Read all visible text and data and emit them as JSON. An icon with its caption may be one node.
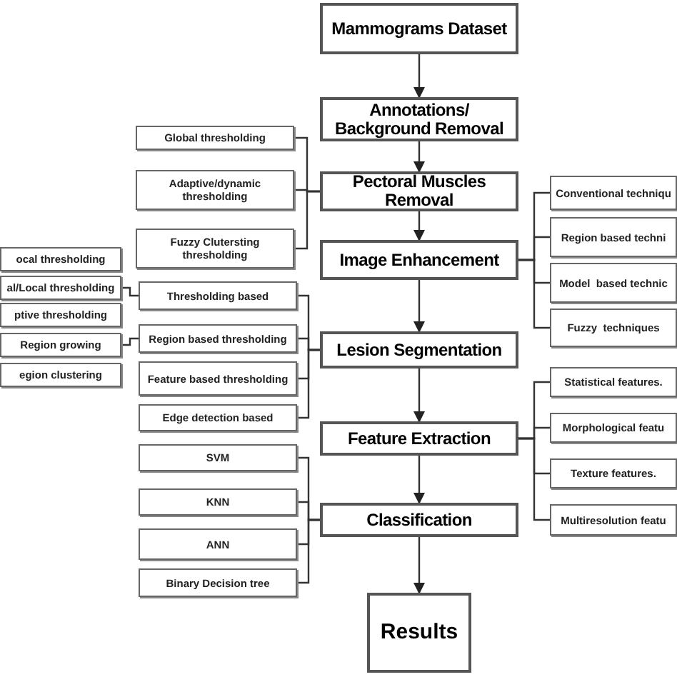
{
  "diagram": {
    "nodes": [
      {
        "text": [
          "Mammograms Dataset"
        ]
      },
      {
        "text": [
          "Annotations/ Background Removal"
        ]
      },
      {
        "text": [
          "Pectoral Muscles Removal"
        ]
      },
      {
        "text": [
          "Image Enhancement"
        ]
      },
      {
        "text": [
          "Lesion Segmentation"
        ]
      },
      {
        "text": [
          "Feature Extraction"
        ]
      },
      {
        "text": [
          "Classification"
        ]
      },
      {
        "text": [
          "Results"
        ]
      },
      {
        "text": [
          "Global thresholding"
        ]
      },
      {
        "text": [
          "Adaptive/dynamic thresholding"
        ]
      },
      {
        "text": [
          "Fuzzy Clutersting thresholding"
        ]
      },
      {
        "text": [
          "Conventional techniqu"
        ]
      },
      {
        "text": [
          "Region based techni"
        ]
      },
      {
        "text": [
          "Model  based technic"
        ]
      },
      {
        "text": [
          "Fuzzy  techniques"
        ]
      },
      {
        "text": [
          "ocal thresholding"
        ]
      },
      {
        "text": [
          "al/Local thresholding"
        ]
      },
      {
        "text": [
          "ptive thresholding"
        ]
      },
      {
        "text": [
          "Region growing"
        ]
      },
      {
        "text": [
          "egion clustering"
        ]
      },
      {
        "text": [
          "Thresholding based"
        ]
      },
      {
        "text": [
          "Region based thresholding"
        ]
      },
      {
        "text": [
          "Feature based thresholding"
        ]
      },
      {
        "text": [
          "Edge detection based"
        ]
      },
      {
        "text": [
          "Statistical features."
        ]
      },
      {
        "text": [
          "Morphological featu"
        ]
      },
      {
        "text": [
          "Texture features."
        ]
      },
      {
        "text": [
          "Multiresolution featu"
        ]
      },
      {
        "text": [
          "SVM"
        ]
      },
      {
        "text": [
          "KNN"
        ]
      },
      {
        "text": [
          "ANN"
        ]
      },
      {
        "text": [
          "Binary Decision tree"
        ]
      }
    ],
    "edges": [
      {
        "from": 0,
        "to": 1,
        "arrow": "to"
      },
      {
        "from": 1,
        "to": 2,
        "arrow": "to"
      },
      {
        "from": 2,
        "to": 3,
        "arrow": "to"
      },
      {
        "from": 3,
        "to": 4,
        "arrow": "to"
      },
      {
        "from": 4,
        "to": 5,
        "arrow": "to"
      },
      {
        "from": 5,
        "to": 6,
        "arrow": "to"
      },
      {
        "from": 6,
        "to": 7,
        "arrow": "to"
      },
      {
        "from": 2,
        "to": 8,
        "arrow": "none"
      },
      {
        "from": 2,
        "to": 9,
        "arrow": "none"
      },
      {
        "from": 2,
        "to": 10,
        "arrow": "none"
      },
      {
        "from": 3,
        "to": 11,
        "arrow": "none"
      },
      {
        "from": 3,
        "to": 12,
        "arrow": "none"
      },
      {
        "from": 3,
        "to": 13,
        "arrow": "none"
      },
      {
        "from": 3,
        "to": 14,
        "arrow": "none"
      },
      {
        "from": 4,
        "to": 20,
        "arrow": "none"
      },
      {
        "from": 4,
        "to": 21,
        "arrow": "none"
      },
      {
        "from": 4,
        "to": 22,
        "arrow": "none"
      },
      {
        "from": 4,
        "to": 23,
        "arrow": "none"
      },
      {
        "from": 16,
        "to": 20,
        "arrow": "none"
      },
      {
        "from": 18,
        "to": 21,
        "arrow": "none"
      },
      {
        "from": 5,
        "to": 24,
        "arrow": "none"
      },
      {
        "from": 5,
        "to": 25,
        "arrow": "none"
      },
      {
        "from": 5,
        "to": 26,
        "arrow": "none"
      },
      {
        "from": 5,
        "to": 27,
        "arrow": "none"
      },
      {
        "from": 6,
        "to": 28,
        "arrow": "none"
      },
      {
        "from": 6,
        "to": 29,
        "arrow": "none"
      },
      {
        "from": 6,
        "to": 30,
        "arrow": "none"
      },
      {
        "from": 6,
        "to": 31,
        "arrow": "none"
      }
    ]
  }
}
